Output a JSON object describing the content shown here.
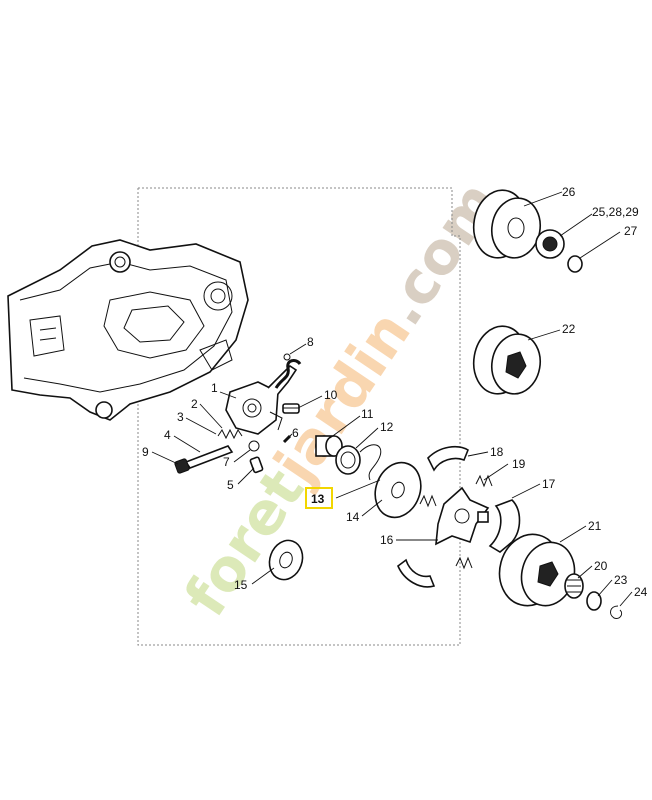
{
  "diagram": {
    "callouts": [
      {
        "id": "c8",
        "label": "8"
      },
      {
        "id": "c1",
        "label": "1"
      },
      {
        "id": "c2",
        "label": "2"
      },
      {
        "id": "c3",
        "label": "3"
      },
      {
        "id": "c4",
        "label": "4"
      },
      {
        "id": "c9",
        "label": "9"
      },
      {
        "id": "c10",
        "label": "10"
      },
      {
        "id": "c11",
        "label": "11"
      },
      {
        "id": "c12",
        "label": "12"
      },
      {
        "id": "c6",
        "label": "6"
      },
      {
        "id": "c7",
        "label": "7"
      },
      {
        "id": "c5",
        "label": "5"
      },
      {
        "id": "c13",
        "label": "13"
      },
      {
        "id": "c14",
        "label": "14"
      },
      {
        "id": "c15",
        "label": "15"
      },
      {
        "id": "c16",
        "label": "16"
      },
      {
        "id": "c17",
        "label": "17"
      },
      {
        "id": "c18",
        "label": "18"
      },
      {
        "id": "c19",
        "label": "19"
      },
      {
        "id": "c20",
        "label": "20"
      },
      {
        "id": "c21",
        "label": "21"
      },
      {
        "id": "c22",
        "label": "22"
      },
      {
        "id": "c23",
        "label": "23"
      },
      {
        "id": "c24",
        "label": "24"
      },
      {
        "id": "c26",
        "label": "26"
      },
      {
        "id": "c25",
        "label": "25,28,29"
      },
      {
        "id": "c27",
        "label": "27"
      }
    ],
    "highlighted_callout": "13",
    "highlight_color": "#f2d600",
    "watermark": {
      "part1": "foret",
      "part2": "jardin",
      "part3": ".com",
      "color1": "#dce9b8",
      "color2": "#f9d6b0",
      "color3": "#d9cfc3"
    }
  }
}
